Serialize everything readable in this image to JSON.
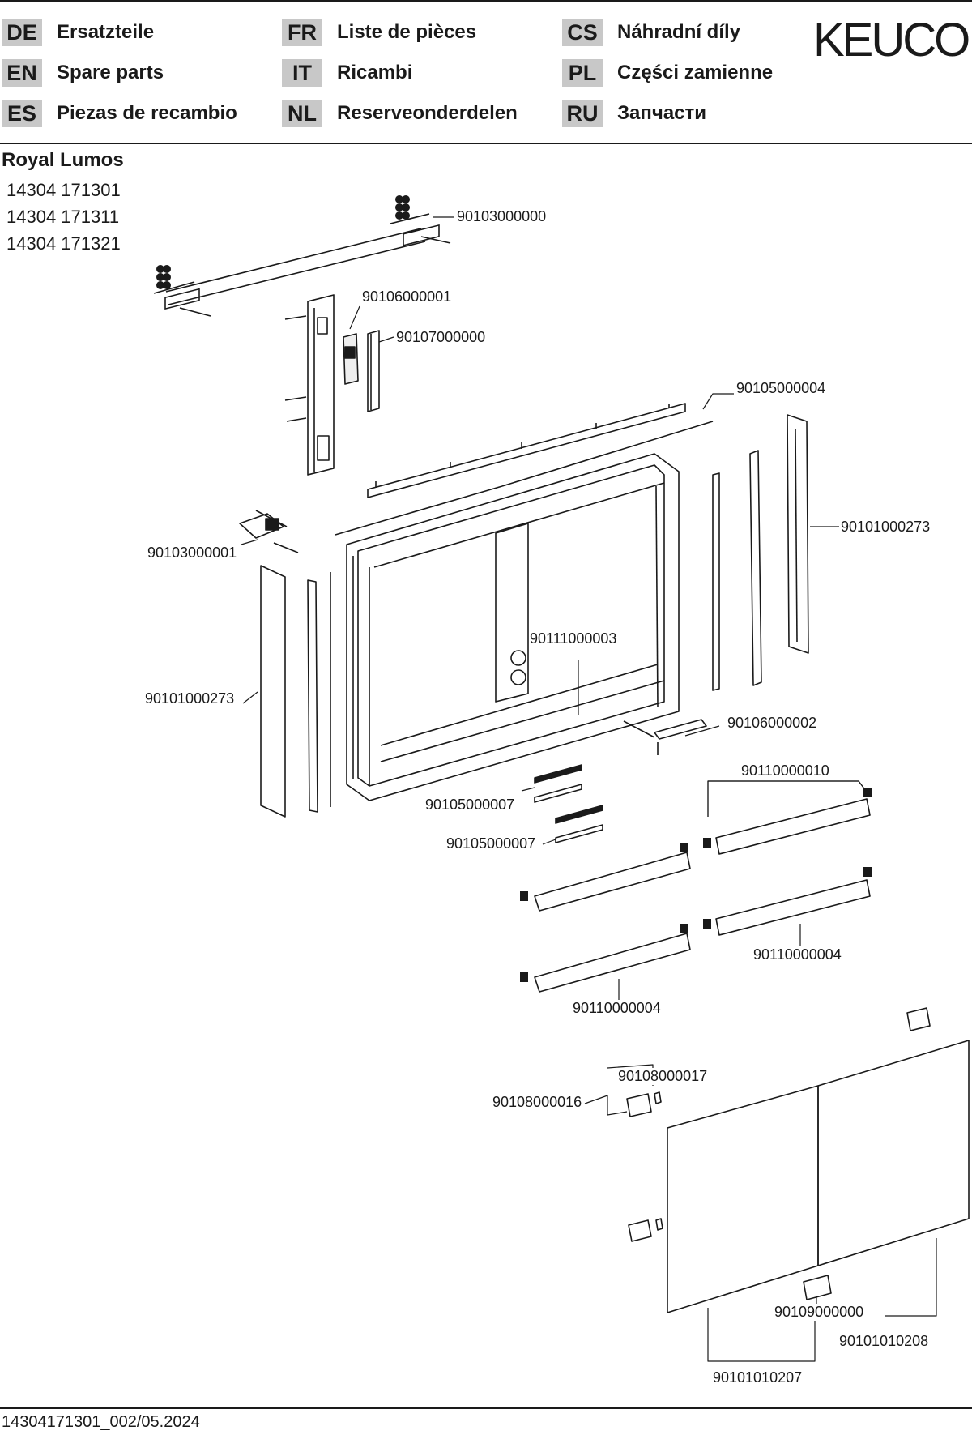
{
  "header": {
    "logo_text": "KEUCO",
    "languages": [
      {
        "code": "DE",
        "name": "Ersatzteile"
      },
      {
        "code": "EN",
        "name": "Spare parts"
      },
      {
        "code": "ES",
        "name": "Piezas de recambio"
      },
      {
        "code": "FR",
        "name": "Liste de pièces"
      },
      {
        "code": "IT",
        "name": "Ricambi"
      },
      {
        "code": "NL",
        "name": "Reserveonderdelen"
      },
      {
        "code": "CS",
        "name": "Náhradní díly"
      },
      {
        "code": "PL",
        "name": "Części zamienne"
      },
      {
        "code": "RU",
        "name": "Запчасти"
      }
    ]
  },
  "product": {
    "title": "Royal Lumos",
    "articles": [
      "14304 171301",
      "14304 171311",
      "14304 171321"
    ]
  },
  "parts": {
    "p01": "90103000000",
    "p02": "90106000001",
    "p03": "90107000000",
    "p04": "90105000004",
    "p05": "90101000273",
    "p06": "90103000001",
    "p07": "90101000273",
    "p08": "90111000003",
    "p09": "90106000002",
    "p10": "90110000010",
    "p11": "90105000007",
    "p12": "90105000007",
    "p13": "90110000004",
    "p14": "90110000004",
    "p15": "90108000017",
    "p16": "90108000016",
    "p17": "90109000000",
    "p18": "90101010208",
    "p19": "90101010207"
  },
  "footer": {
    "doc_code": "14304171301_002/05.2024"
  }
}
